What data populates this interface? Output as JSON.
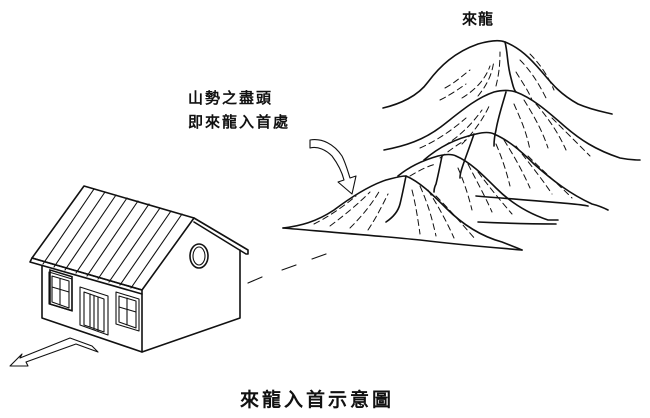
{
  "diagram": {
    "title_top": "來龍",
    "annotation": {
      "line1": "山勢之盡頭",
      "line2": "即來龍入首處"
    },
    "caption": "來龍入首示意圖",
    "elements": {
      "house": "house-with-gable-roof",
      "mountains": [
        "mountain-1-far",
        "mountain-2",
        "mountain-3",
        "mountain-4",
        "mountain-5-near"
      ],
      "arrow_pointing_to_mountain_end": "curved-arrow",
      "arrow_from_house": "outward-arrow",
      "sight_line": "dashed-line-house-to-mountains"
    },
    "colors": {
      "ink": "#111111",
      "background": "#ffffff"
    }
  }
}
